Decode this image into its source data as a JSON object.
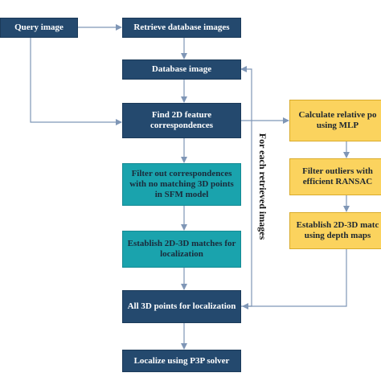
{
  "diagram": {
    "nodes": {
      "query_image": "Query image",
      "retrieve_db_images": "Retrieve database images",
      "database_image": "Database image",
      "find_2d_feature": "Find 2D feature correspondences",
      "filter_out_corr": "Filter out correspondences with no matching 3D points in SFM model",
      "establish_2d3d_loc": "Establish  2D-3D matches for localization",
      "all_3d_points": "All  3D points for localization",
      "localize_p3p": "Localize using P3P solver",
      "calc_relative_pose": "Calculate relative po using MLP",
      "filter_outliers": "Filter outliers with efficient RANSAC",
      "establish_2d3d_depth": "Establish 2D-3D matc using depth maps"
    },
    "loop_label": "For each retrieved images",
    "colors": {
      "navy": "#24496e",
      "teal": "#1aa3ad",
      "gold": "#fbd35e",
      "arrow": "#7f96b6"
    }
  }
}
